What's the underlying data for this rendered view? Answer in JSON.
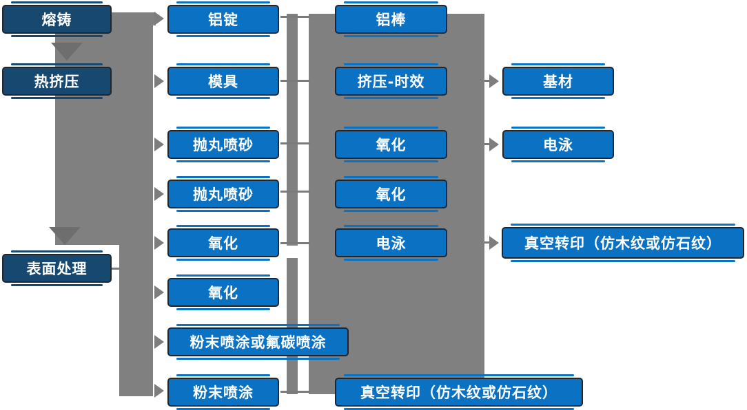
{
  "diagram": {
    "description": "Aluminum profile production process flowchart",
    "colors": {
      "process_blue": "#0a71c3",
      "stage_navy": "#17486f",
      "connector_gray": "#808080",
      "box_border": "#20262e",
      "text": "#ffffff"
    },
    "icons": {
      "down_arrow_icon": "triangle-down",
      "right_arrow_icon": "triangle-right"
    },
    "nodes": {
      "c1r1": "熔铸",
      "c1r2": "热挤压",
      "c1r3": "表面处理",
      "c2r1": "铝锭",
      "c2r2": "模具",
      "c2r3": "抛丸喷砂",
      "c2r4": "抛丸喷砂",
      "c2r5": "氧化",
      "c2r6": "氧化",
      "c2r7": "粉末喷涂或氟碳喷涂",
      "c2r8": "粉末喷涂",
      "c3r1": "铝棒",
      "c3r2": "挤压-时效",
      "c3r3": "氧化",
      "c3r4": "氧化",
      "c3r5": "电泳",
      "c3r6": "真空转印（仿木纹或仿石纹）",
      "c4r1": "基材",
      "c4r2": "电泳",
      "c4r3": "真空转印（仿木纹或仿石纹）"
    }
  }
}
